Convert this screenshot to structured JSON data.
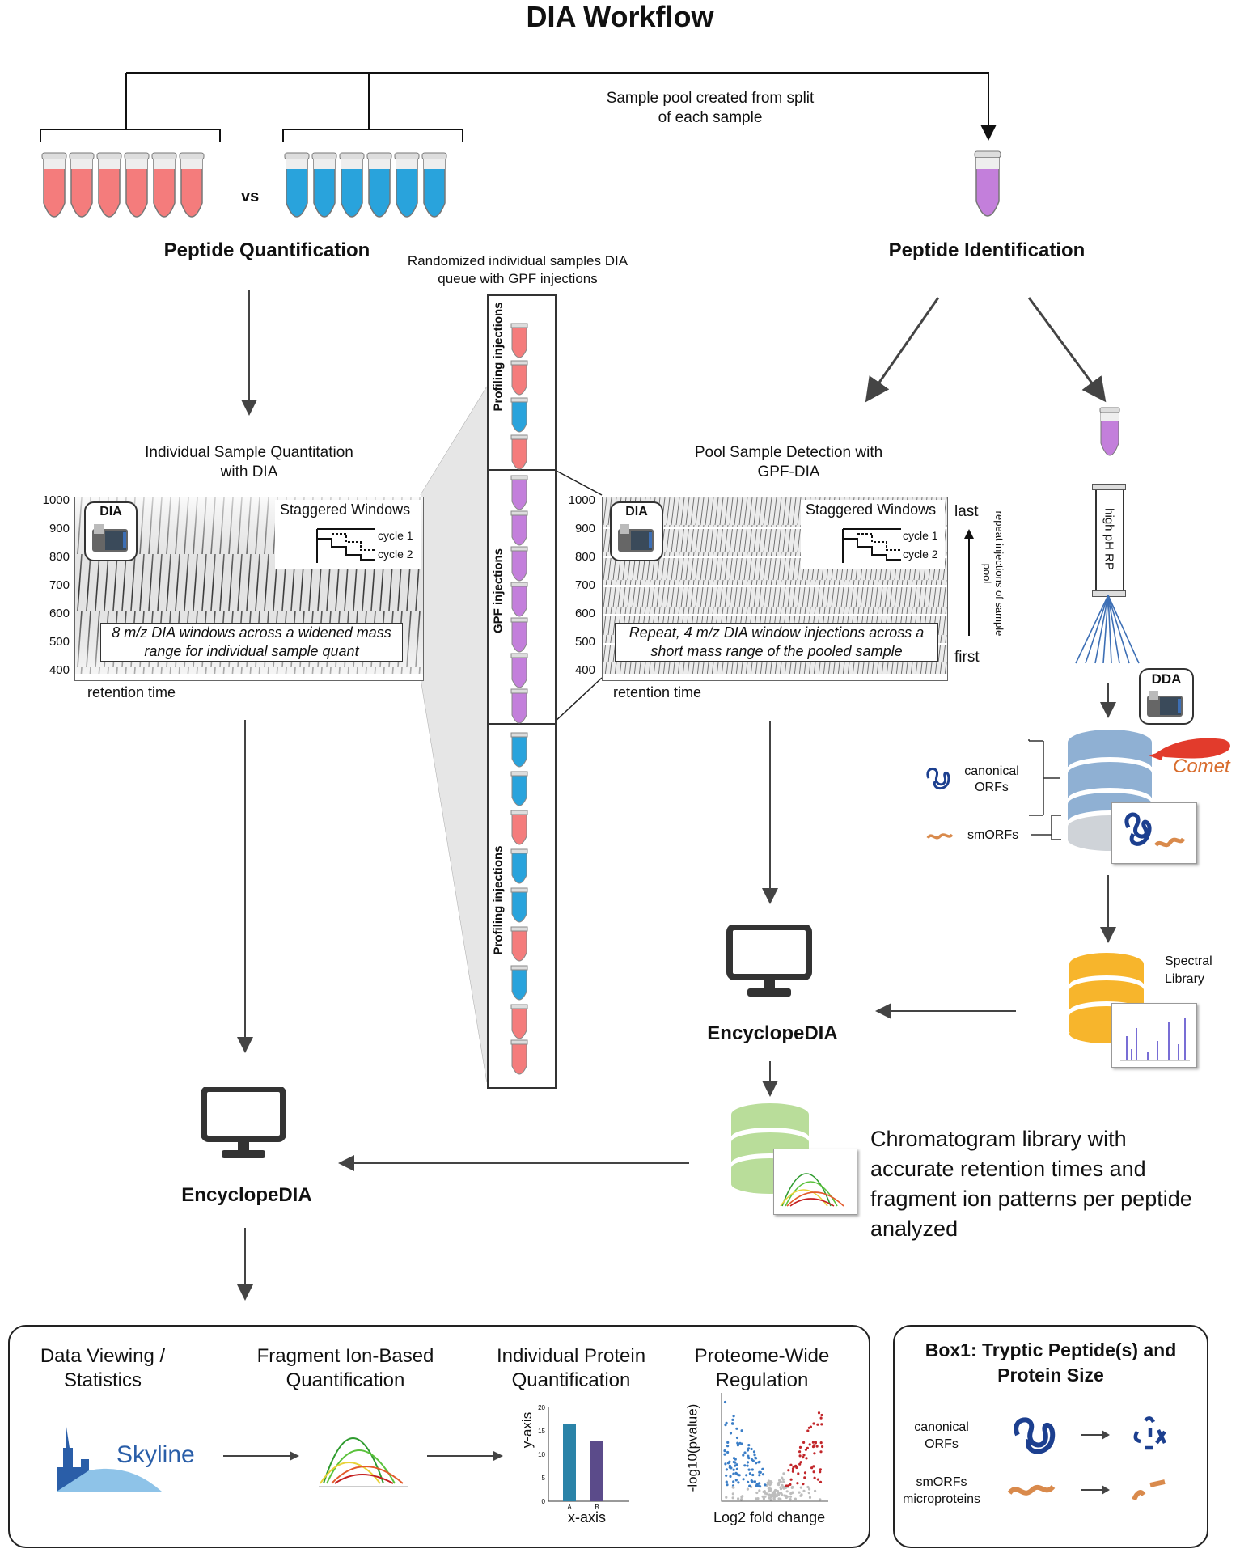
{
  "title": "DIA Workflow",
  "pool_note": "Sample pool created from split of each sample",
  "vs_label": "vs",
  "quant_label": "Peptide Quantification",
  "ident_label": "Peptide Identification",
  "queue_caption": "Randomized individual samples DIA queue with GPF injections",
  "queue_sections": {
    "top": "Profiling injections",
    "middle": "GPF injections",
    "bottom": "Profiling injections"
  },
  "left_panel": {
    "caption": "Individual Sample Quantitation with DIA",
    "y_ticks": [
      "1000",
      "900",
      "800",
      "700",
      "600",
      "500",
      "400"
    ],
    "badge": "DIA",
    "legend_title": "Staggered Windows",
    "cycle1": "cycle 1",
    "cycle2": "cycle 2",
    "note": "8 m/z DIA windows across a widened mass range for individual sample quant",
    "xlabel": "retention time"
  },
  "right_panel": {
    "caption": "Pool Sample Detection with GPF-DIA",
    "y_ticks": [
      "1000",
      "900",
      "800",
      "700",
      "600",
      "500",
      "400"
    ],
    "badge": "DIA",
    "legend_title": "Staggered Windows",
    "cycle1": "cycle 1",
    "cycle2": "cycle 2",
    "note": "Repeat, 4 m/z DIA window injections across a short mass range of the pooled sample",
    "xlabel": "retention time",
    "last": "last",
    "first": "first",
    "repeat_note": "repeat injections of sample pool"
  },
  "column_label": "high pH RP",
  "dda_label": "DDA",
  "canonical_orfs": "canonical ORFs",
  "smorfs": "smORFs",
  "comet": "Comet",
  "spectral_library": "Spectral Library",
  "encyclopedia_right": "EncyclopeDIA",
  "encyclopedia_left": "EncyclopeDIA",
  "chromatogram_note": "Chromatogram library with accurate retention times and fragment ion patterns per peptide analyzed",
  "bottom": {
    "step1": "Data Viewing / Statistics",
    "step2": "Fragment Ion-Based Quantification",
    "step3": "Individual Protein Quantification",
    "step4": "Proteome-Wide Regulation",
    "skyline": "Skyline",
    "bar_ylabel": "y-axis",
    "bar_xlabel": "x-axis",
    "volcano_ylabel": "-log10(pvalue)",
    "volcano_xlabel": "Log2 fold change"
  },
  "box1": {
    "title": "Box1: Tryptic Peptide(s) and Protein Size",
    "row1": "canonical ORFs",
    "row2": "smORFs microproteins"
  },
  "colors": {
    "red_sample": "#f47c7c",
    "blue_sample": "#29a3dc",
    "pool": "#c37fdb",
    "db_blue": "#8fb0d3",
    "db_orange": "#f7b52c",
    "db_green": "#b9dd9a",
    "protein": "#1c3f8f",
    "smorf": "#d98a4c"
  },
  "chart_data": [
    {
      "type": "bar",
      "categories": [
        "A",
        "B"
      ],
      "values": [
        16.5,
        12.8
      ],
      "ylim": [
        0,
        20
      ],
      "y_ticks": [
        "0",
        "5",
        "10",
        "15",
        "20"
      ],
      "xlabel": "x-axis",
      "ylabel": "y-axis"
    }
  ]
}
